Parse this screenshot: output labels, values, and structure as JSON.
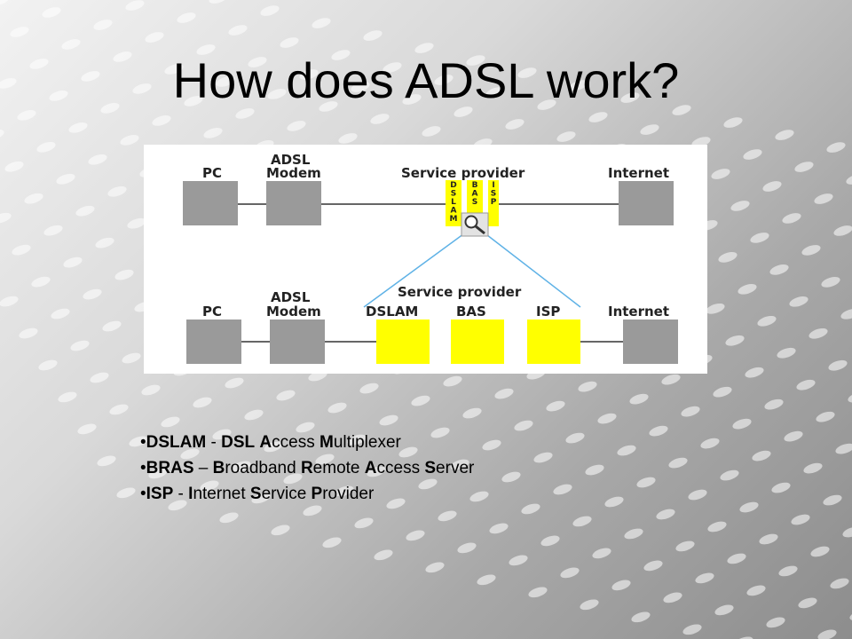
{
  "slide": {
    "title": "How does ADSL work?"
  },
  "diagram": {
    "top_row": {
      "pc": "PC",
      "modem_line1": "ADSL",
      "modem_line2": "Modem",
      "provider": "Service provider",
      "internet": "Internet",
      "stacked_labels": [
        {
          "letters": [
            "D",
            "S",
            "L",
            "A",
            "M"
          ]
        },
        {
          "letters": [
            "B",
            "A",
            "S"
          ]
        },
        {
          "letters": [
            "I",
            "S",
            "P"
          ]
        }
      ]
    },
    "bottom_row": {
      "pc": "PC",
      "modem_line1": "ADSL",
      "modem_line2": "Modem",
      "provider": "Service provider",
      "dslam": "DSLAM",
      "bas": "BAS",
      "isp": "ISP",
      "internet": "Internet"
    },
    "colors": {
      "device_gray": "#9a9a9a",
      "provider_yellow": "#ffff00",
      "zoom_lines": "#5fb2e6",
      "link_line": "#333333"
    },
    "icon": "magnifier-icon"
  },
  "definitions": [
    {
      "parts": [
        {
          "text": "DSLAM",
          "bold": true
        },
        {
          "text": " - ",
          "bold": false
        },
        {
          "text": "DSL",
          "bold": true
        },
        {
          "text": " ",
          "bold": false
        },
        {
          "text": "A",
          "bold": true
        },
        {
          "text": "ccess ",
          "bold": false
        },
        {
          "text": "M",
          "bold": true
        },
        {
          "text": "ultiplexer",
          "bold": false
        }
      ]
    },
    {
      "parts": [
        {
          "text": "BRAS",
          "bold": true
        },
        {
          "text": " – ",
          "bold": false
        },
        {
          "text": "B",
          "bold": true
        },
        {
          "text": "roadband ",
          "bold": false
        },
        {
          "text": "R",
          "bold": true
        },
        {
          "text": "emote ",
          "bold": false
        },
        {
          "text": "A",
          "bold": true
        },
        {
          "text": "ccess ",
          "bold": false
        },
        {
          "text": "S",
          "bold": true
        },
        {
          "text": "erver",
          "bold": false
        }
      ]
    },
    {
      "parts": [
        {
          "text": "ISP",
          "bold": true
        },
        {
          "text": " - ",
          "bold": false
        },
        {
          "text": "I",
          "bold": true
        },
        {
          "text": "nternet ",
          "bold": false
        },
        {
          "text": "S",
          "bold": true
        },
        {
          "text": "ervice ",
          "bold": false
        },
        {
          "text": "P",
          "bold": true
        },
        {
          "text": "rovider",
          "bold": false
        }
      ]
    }
  ]
}
